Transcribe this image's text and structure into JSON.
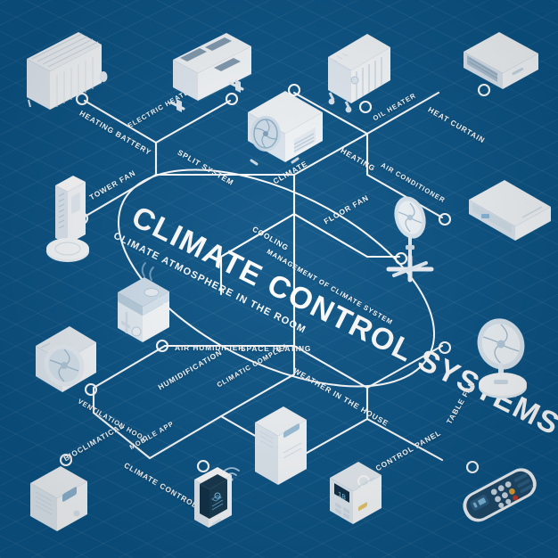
{
  "meta": {
    "kind": "isometric-infographic",
    "background_color": "#0b5486",
    "line_color": "#ffffff",
    "device_color": "#eef3f8"
  },
  "title": {
    "main": "CLIMATE CONTROL SYSTEMS",
    "subtitle": "CLIMATE ATMOSPHERE IN THE ROOM"
  },
  "nodes": [
    {
      "id": "heating-battery",
      "label": "HEATING BATTERY",
      "device": "panel-radiator",
      "quadrant": "top-left"
    },
    {
      "id": "electric-heater",
      "label": "ELECTRIC HEATER",
      "device": "convector-heater",
      "quadrant": "top-left"
    },
    {
      "id": "split-system",
      "label": "SPLIT SYSTEM",
      "device": "outdoor-unit",
      "quadrant": "top-center"
    },
    {
      "id": "oil-heater",
      "label": "OIL HEATER",
      "device": "oil-radiator",
      "quadrant": "top-right"
    },
    {
      "id": "heat-curtain",
      "label": "HEAT CURTAIN",
      "device": "air-curtain",
      "quadrant": "top-right"
    },
    {
      "id": "tower-fan",
      "label": "TOWER FAN",
      "device": "tower-fan",
      "quadrant": "left"
    },
    {
      "id": "climate",
      "label": "CLIMATE",
      "device": null,
      "quadrant": "center-right"
    },
    {
      "id": "heating",
      "label": "HEATING",
      "device": null,
      "quadrant": "top-right"
    },
    {
      "id": "air-conditioner",
      "label": "AIR CONDITIONER",
      "device": "wall-split-indoor",
      "quadrant": "right"
    },
    {
      "id": "cooling",
      "label": "COOLING",
      "device": null,
      "quadrant": "center"
    },
    {
      "id": "floor-fan",
      "label": "FLOOR FAN",
      "device": "pedestal-fan",
      "quadrant": "center-right"
    },
    {
      "id": "management",
      "label": "MANAGEMENT OF CLIMATE SYSTEM",
      "device": null,
      "quadrant": "center"
    },
    {
      "id": "air-humidifier",
      "label": "AIR HUMIDIFIER",
      "device": "humidifier",
      "quadrant": "center-left"
    },
    {
      "id": "space-heating",
      "label": "SPACE HEATING",
      "device": null,
      "quadrant": "center"
    },
    {
      "id": "ventilation-hood",
      "label": "VENTILATION HOOD",
      "device": "exhaust-fan",
      "quadrant": "bottom-left"
    },
    {
      "id": "humidification",
      "label": "HUMIDIFICATION",
      "device": null,
      "quadrant": "bottom-left"
    },
    {
      "id": "climatic-complex",
      "label": "CLIMATIC COMPLEX",
      "device": "floor-ac",
      "quadrant": "bottom-center"
    },
    {
      "id": "weather-house",
      "label": "WEATHER IN THE HOUSE",
      "device": null,
      "quadrant": "bottom-right"
    },
    {
      "id": "table-fan",
      "label": "TABLE FAN",
      "device": "table-fan",
      "quadrant": "right"
    },
    {
      "id": "bioclimatical",
      "label": "BIOCLIMATICAL",
      "device": "air-purifier",
      "quadrant": "bottom-left"
    },
    {
      "id": "mobile-app",
      "label": "MOBILE APP",
      "device": null,
      "quadrant": "bottom-left"
    },
    {
      "id": "climate-control",
      "label": "CLIMATE CONTROL",
      "device": "smartphone",
      "quadrant": "bottom-center"
    },
    {
      "id": "control-panel",
      "label": "CONTROL PANEL",
      "device": "wall-panel",
      "quadrant": "bottom-right"
    },
    {
      "id": "remote",
      "label": "",
      "device": "remote-control",
      "quadrant": "bottom-right"
    }
  ],
  "panel_display": {
    "value": "18"
  }
}
